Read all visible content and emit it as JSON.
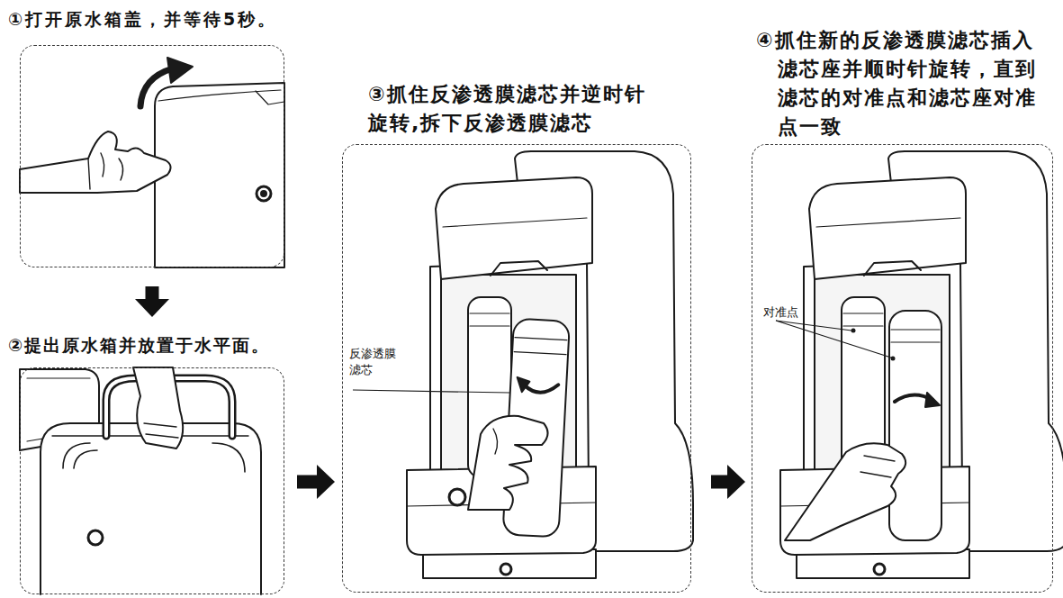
{
  "diagram": {
    "nodes": [
      {
        "text": [
          "①打开原水箱盖，并等待5秒。"
        ]
      },
      {
        "text": [
          "②提出原水箱并放置于水平面。"
        ]
      },
      {
        "text": [
          "③抓住反渗透膜滤芯并逆时针 旋转,拆下反渗透膜滤芯"
        ]
      },
      {
        "text": [
          "④抓住新的反渗透膜滤芯插入 滤芯座并顺时针旋转，直到 滤芯的对准点和滤芯座对准 点一致"
        ]
      }
    ],
    "edges": [
      {
        "from": 0,
        "to": 1,
        "arrow": "to"
      },
      {
        "from": 1,
        "to": 2,
        "arrow": "to"
      },
      {
        "from": 2,
        "to": 3,
        "arrow": "to"
      }
    ],
    "labels": [
      "反渗透膜 滤芯",
      "对准点"
    ]
  }
}
